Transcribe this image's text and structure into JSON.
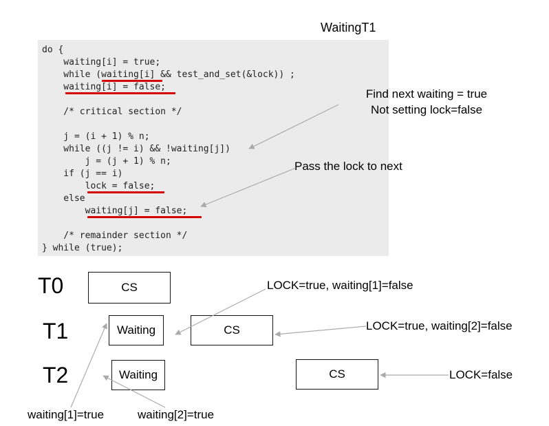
{
  "slide": {
    "title": "WaitingT1"
  },
  "code": {
    "lines": [
      "do {",
      "    waiting[i] = true;",
      "    while (waiting[i] && test_and_set(&lock)) ;",
      "    waiting[i] = false;",
      "",
      "    /* critical section */",
      "",
      "    j = (i + 1) % n;",
      "    while ((j != i) && !waiting[j])",
      "        j = (j + 1) % n;",
      "    if (j == i)",
      "        lock = false;",
      "    else",
      "        waiting[j] = false;",
      "",
      "    /* remainder section */",
      "} while (true);"
    ]
  },
  "notes": {
    "find_next_line1": "Find next waiting = true",
    "find_next_line2": "Not setting lock=false",
    "pass_lock": "Pass the lock to next"
  },
  "timeline": {
    "threads": [
      "T0",
      "T1",
      "T2"
    ],
    "boxes": {
      "t0_cs": "CS",
      "t1_waiting": "Waiting",
      "t1_cs": "CS",
      "t2_waiting": "Waiting",
      "t2_cs": "CS"
    },
    "annotations": {
      "lock_true_waiting1": "LOCK=true, waiting[1]=false",
      "lock_true_waiting2": "LOCK=true, waiting[2]=false",
      "lock_false": "LOCK=false",
      "waiting1_true": "waiting[1]=true",
      "waiting2_true": "waiting[2]=true"
    }
  },
  "colors": {
    "underline": "#d50000",
    "arrow": "#aaaaaa",
    "code_bg": "#ebebeb"
  }
}
